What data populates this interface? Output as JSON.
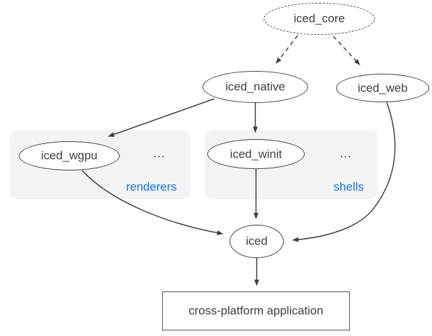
{
  "graph": {
    "nodes": {
      "iced_core": {
        "label": "iced_core"
      },
      "iced_native": {
        "label": "iced_native"
      },
      "iced_web": {
        "label": "iced_web"
      },
      "iced_wgpu": {
        "label": "iced_wgpu"
      },
      "iced_winit": {
        "label": "iced_winit"
      },
      "iced": {
        "label": "iced"
      },
      "app": {
        "label": "cross-platform application"
      }
    },
    "groups": {
      "renderers": {
        "label": "renderers",
        "ellipsis": "..."
      },
      "shells": {
        "label": "shells",
        "ellipsis": "..."
      }
    },
    "colors": {
      "stroke": "#3c4043",
      "text": "#3c4043",
      "group_label": "#1a73e8",
      "group_background": "#f1f3f4",
      "node_background": "#ffffff"
    }
  }
}
